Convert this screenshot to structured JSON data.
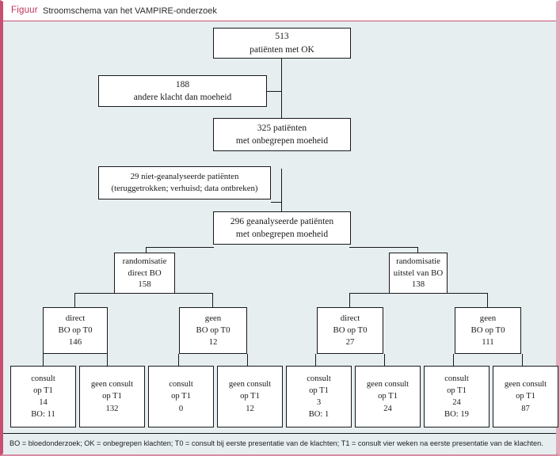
{
  "header": {
    "label": "Figuur",
    "title": "Stroomschema van het VAMPIRE-onderzoek",
    "accent_color": "#c0325a"
  },
  "colors": {
    "frame_left_border": "#c94f72",
    "frame_right_border": "#e3a9ba",
    "frame_bottom_border": "#d98ca4",
    "canvas_background": "#e6eef0",
    "node_background": "#ffffff",
    "node_border": "#18181c",
    "text": "#1a1a1a"
  },
  "flow": {
    "n513": {
      "line1": "513",
      "line2": "patiënten met OK"
    },
    "n188": {
      "line1": "188",
      "line2": "andere klacht dan moeheid"
    },
    "n325": {
      "line1": "325 patiënten",
      "line2": "met onbegrepen moeheid"
    },
    "n29": {
      "line1": "29 niet-geanalyseerde patiënten",
      "line2": "(teruggetrokken; verhuisd; data ontbreken)"
    },
    "n296": {
      "line1": "296 geanalyseerde patiënten",
      "line2": "met onbegrepen moeheid"
    },
    "rand_direct": {
      "line1": "randomisatie",
      "line2": "direct BO",
      "line3": "158"
    },
    "rand_uitstel": {
      "line1": "randomisatie",
      "line2": "uitstel van BO",
      "line3": "138"
    },
    "arm1": {
      "line1": "direct",
      "line2": "BO op T0",
      "line3": "146"
    },
    "arm2": {
      "line1": "geen",
      "line2": "BO op T0",
      "line3": "12"
    },
    "arm3": {
      "line1": "direct",
      "line2": "BO op T0",
      "line3": "27"
    },
    "arm4": {
      "line1": "geen",
      "line2": "BO op T0",
      "line3": "111"
    },
    "leaf1": {
      "line1": "consult",
      "line2": "op T1",
      "line3": "14",
      "line4": "BO: 11"
    },
    "leaf2": {
      "line1": "geen consult",
      "line2": "op T1",
      "line3": "132",
      "line4": ""
    },
    "leaf3": {
      "line1": "consult",
      "line2": "op T1",
      "line3": "0",
      "line4": ""
    },
    "leaf4": {
      "line1": "geen consult",
      "line2": "op T1",
      "line3": "12",
      "line4": ""
    },
    "leaf5": {
      "line1": "consult",
      "line2": "op T1",
      "line3": "3",
      "line4": "BO: 1"
    },
    "leaf6": {
      "line1": "geen consult",
      "line2": "op T1",
      "line3": "24",
      "line4": ""
    },
    "leaf7": {
      "line1": "consult",
      "line2": "op T1",
      "line3": "24",
      "line4": "BO: 19"
    },
    "leaf8": {
      "line1": "geen consult",
      "line2": "op T1",
      "line3": "87",
      "line4": ""
    }
  },
  "footer": {
    "legend": "BO = bloedonderzoek; OK = onbegrepen klachten; T0 = consult bij eerste presentatie van de klachten; T1 = consult vier weken na eerste presentatie van de klachten."
  }
}
